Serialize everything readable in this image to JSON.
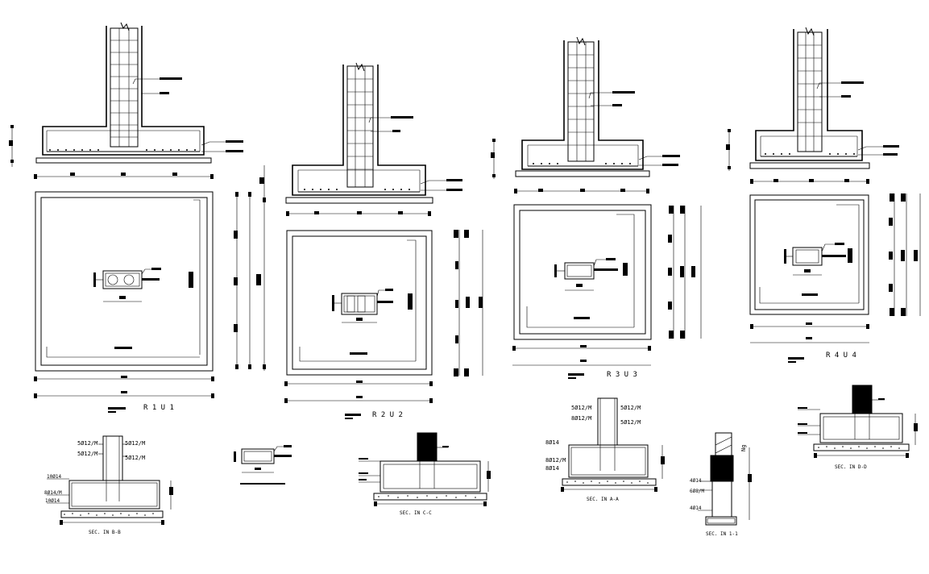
{
  "foundations": [
    {
      "id": "F1",
      "title": "R 1 U 1"
    },
    {
      "id": "F2",
      "title": "R 2 U 2"
    },
    {
      "id": "F3",
      "title": "R 3 U 3"
    },
    {
      "id": "F4",
      "title": "R 4 U 4"
    }
  ],
  "sections": {
    "bb": {
      "title": "SEC. IN B-B",
      "labels": [
        "5Ø12/M",
        "5Ø12/M",
        "5Ø12/M",
        "5Ø12/M",
        "10Ø14",
        "8Ø14/M",
        "10Ø14"
      ]
    },
    "cc": {
      "title": "SEC. IN C-C"
    },
    "aa": {
      "title": "SEC. IN A-A",
      "labels": [
        "5Ø12/M",
        "5Ø12/M",
        "8Ø12/M",
        "5Ø12/M",
        "8Ø14",
        "8Ø12/M",
        "8Ø14"
      ]
    },
    "s11": {
      "title": "SEC. IN 1-1",
      "labels": [
        "4Ø14",
        "6Ø8/M",
        "4Ø14"
      ]
    },
    "dd": {
      "title": "SEC. IN D-D"
    }
  },
  "colors": {
    "line": "#000000",
    "background": "#ffffff"
  }
}
